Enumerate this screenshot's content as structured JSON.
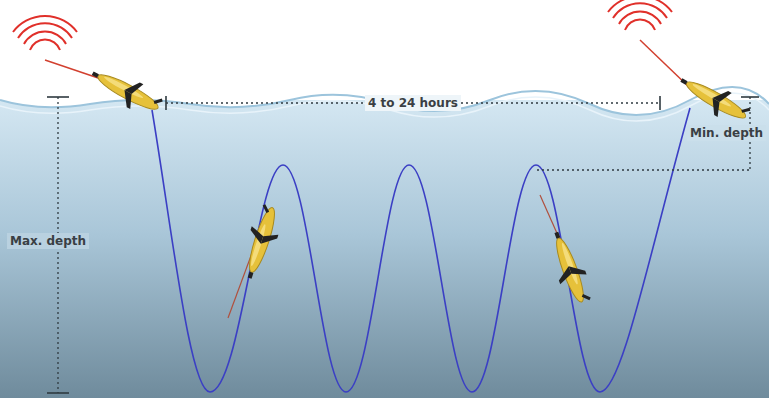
{
  "diagram": {
    "labels": [
      "4 to 24 hours",
      "Max. depth",
      "Min. depth"
    ]
  }
}
